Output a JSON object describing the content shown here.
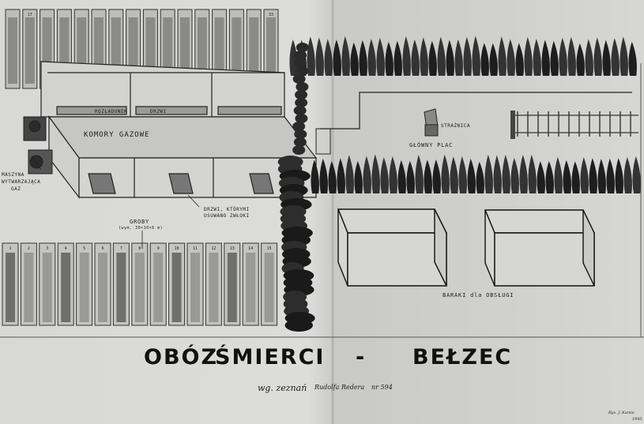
{
  "title": {
    "part1": "OBÓZ",
    "part2": "ŚMIERCI",
    "dash": "-",
    "part3": "BEŁZEC"
  },
  "subtitle": {
    "prefix": "wg. zeznań",
    "name": "Rudolfa Redera",
    "number": "nr 594"
  },
  "labels": {
    "gas_chambers": "KOMORY GAZOWE",
    "unloading": "ROZŁADUNEK",
    "doors": "DRZWI",
    "doors_corpses_line1": "DRZWI, KTÓRYMI",
    "doors_corpses_line2": "USUWANO ZWŁOKI",
    "gas_machine_line1": "MASZYNA",
    "gas_machine_line2": "WYTWARZAJĄCA",
    "gas_machine_line3": "GAZ",
    "graves": "GROBY",
    "graves_size": "(wym. 30×10×6 m)",
    "main_square": "GŁÓWNY PLAC",
    "guard": "STRAŻNICA",
    "barracks": "BARAKI dla OBSŁUGI"
  },
  "signature": {
    "line1": "Rys. J. Kamie",
    "line2": "1945"
  },
  "top_graves": [
    "",
    "17",
    "",
    "",
    "",
    "",
    "",
    "",
    "",
    "",
    "",
    "",
    "",
    "",
    "",
    "33"
  ],
  "bottom_graves": [
    "1",
    "2",
    "3",
    "4",
    "5",
    "6",
    "7",
    "8",
    "9",
    "10",
    "11",
    "12",
    "13",
    "14",
    "15"
  ]
}
